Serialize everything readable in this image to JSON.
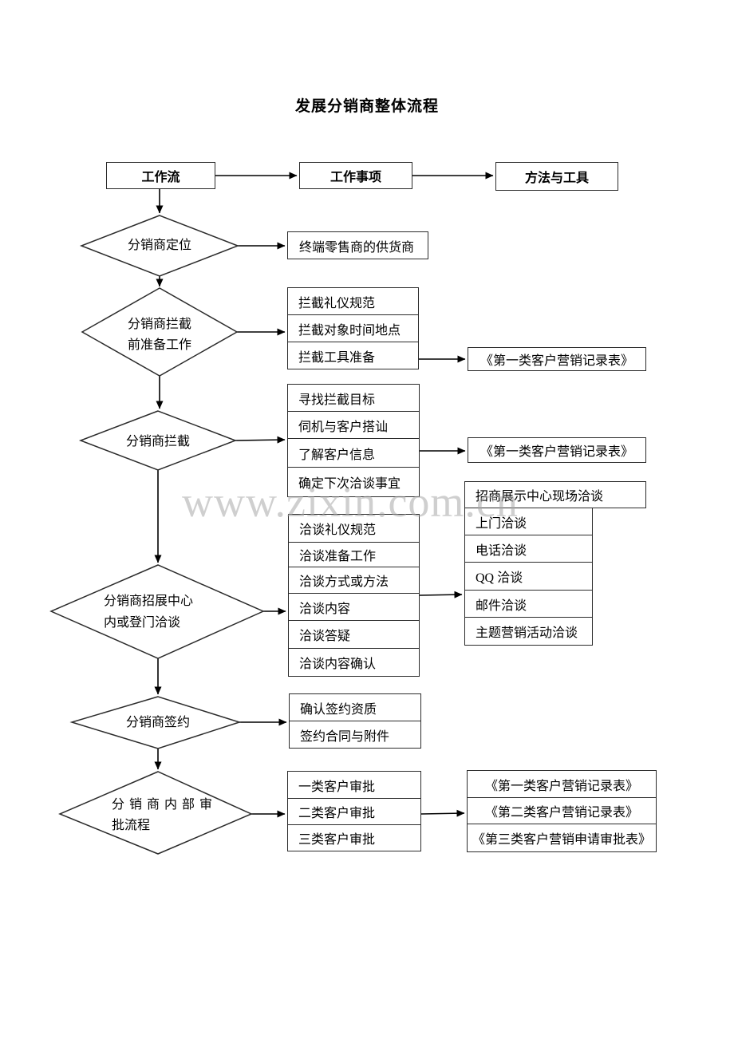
{
  "title": "发展分销商整体流程",
  "watermark": "www.zixin.com.cn",
  "headers": {
    "workflow": "工作流",
    "work_items": "工作事项",
    "methods": "方法与工具"
  },
  "step1": {
    "diamond": "分销商定位",
    "item": "终端零售商的供货商"
  },
  "step2": {
    "diamond_line1": "分销商拦截",
    "diamond_line2": "前准备工作",
    "items": [
      "拦截礼仪规范",
      "拦截对象时间地点",
      "拦截工具准备"
    ],
    "tool": "《第一类客户营销记录表》"
  },
  "step3": {
    "diamond": "分销商拦截",
    "items": [
      "寻找拦截目标",
      "伺机与客户搭讪",
      "了解客户信息",
      "确定下次洽谈事宜"
    ],
    "tool": "《第一类客户营销记录表》"
  },
  "step4": {
    "diamond_line1": "分销商招展中心",
    "diamond_line2": "内或登门洽谈",
    "items": [
      "洽谈礼仪规范",
      "洽谈准备工作",
      "洽谈方式或方法",
      "洽谈内容",
      "洽谈答疑",
      "洽谈内容确认"
    ],
    "tools": [
      "招商展示中心现场洽谈",
      "上门洽谈",
      "电话洽谈",
      "QQ 洽谈",
      "邮件洽谈",
      "主题营销活动洽谈"
    ]
  },
  "step5": {
    "diamond": "分销商签约",
    "items": [
      "确认签约资质",
      "签约合同与附件"
    ]
  },
  "step6": {
    "diamond_line1": "分销商内部审",
    "diamond_line2": "批流程",
    "items": [
      "一类客户审批",
      "二类客户审批",
      "三类客户审批"
    ],
    "tools": [
      "《第一类客户营销记录表》",
      "《第二类客户营销记录表》",
      "《第三类客户营销申请审批表》"
    ]
  }
}
